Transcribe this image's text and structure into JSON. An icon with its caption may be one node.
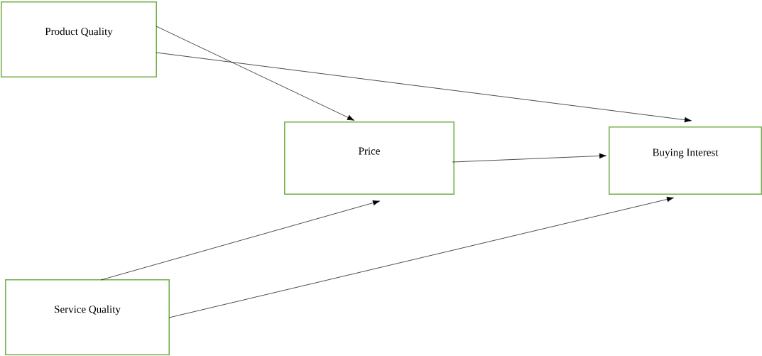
{
  "diagram": {
    "nodes": [
      {
        "text": [
          "Product Quality"
        ]
      },
      {
        "text": [
          "Price"
        ]
      },
      {
        "text": [
          "Buying Interest"
        ]
      },
      {
        "text": [
          "Service Quality"
        ]
      }
    ],
    "edges": [
      {
        "from": 0,
        "to": 1,
        "arrow": "to"
      },
      {
        "from": 0,
        "to": 2,
        "arrow": "to"
      },
      {
        "from": 1,
        "to": 2,
        "arrow": "to"
      },
      {
        "from": 3,
        "to": 1,
        "arrow": "to"
      },
      {
        "from": 3,
        "to": 2,
        "arrow": "to"
      }
    ]
  }
}
